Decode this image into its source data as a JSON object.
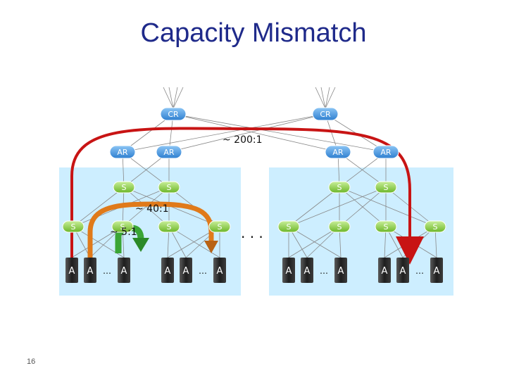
{
  "title": "Capacity Mismatch",
  "page_number": "16",
  "labels": {
    "core_router": "CR",
    "access_router": "AR",
    "switch": "S",
    "server": "A",
    "ellipsis": "…",
    "pod_ellipsis": ". . ."
  },
  "ratios": {
    "core": "~ 200:1",
    "aggregation": "~ 40:1",
    "tor": "~ 5:1"
  },
  "colors": {
    "title": "#1f2a8a",
    "pod_background": "#cdeeff",
    "router": "#2f7fd0",
    "switch": "#7ac22a",
    "server": "#2b2b2b",
    "red_arrow": "#c81414",
    "orange_arrow": "#e07a1a",
    "green_arrow": "#3aa535",
    "purple_arrow": "#7a1a5a"
  }
}
